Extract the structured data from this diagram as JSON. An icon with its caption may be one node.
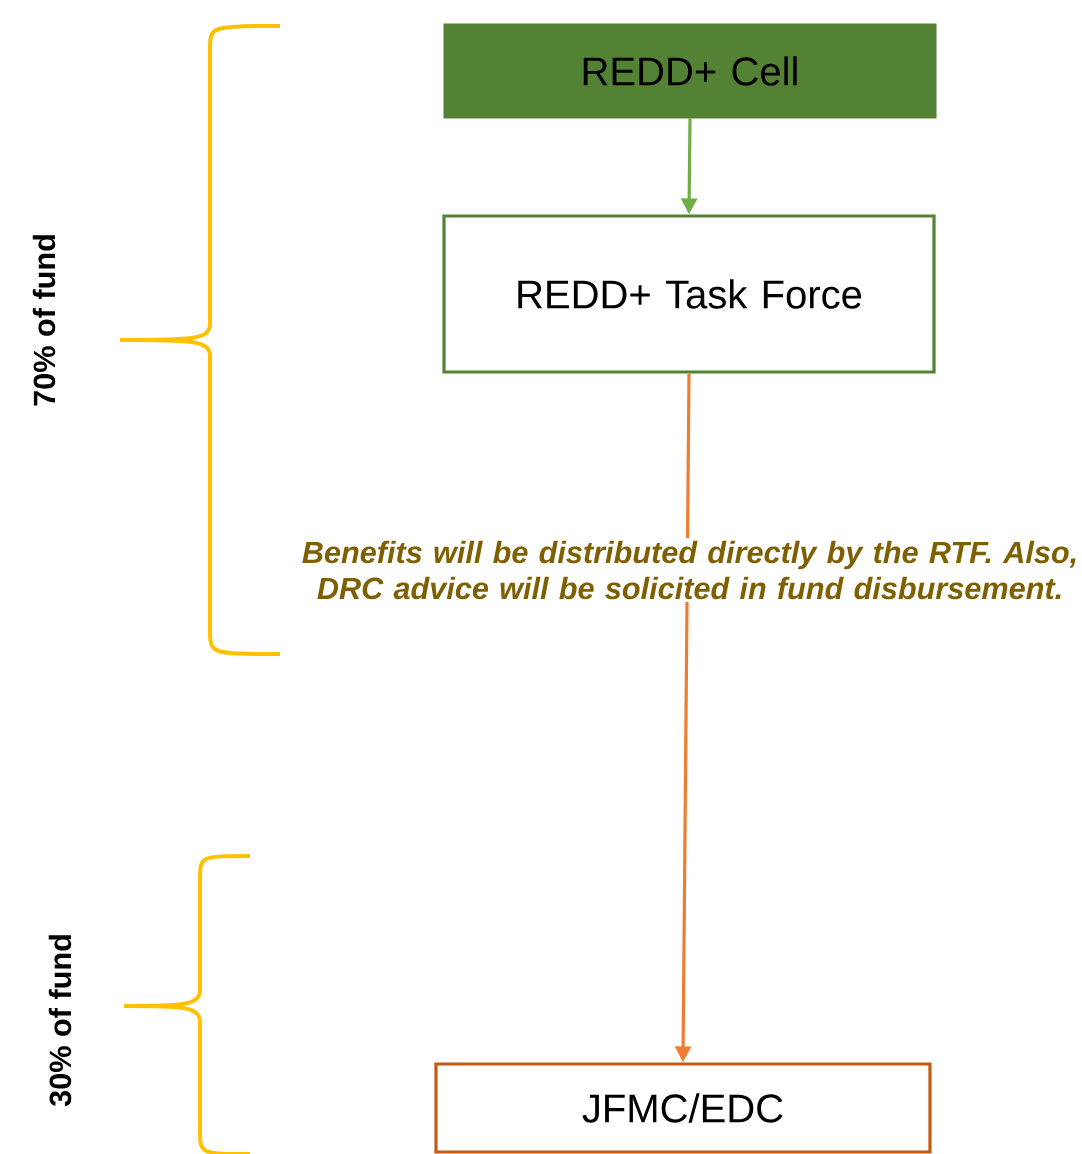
{
  "diagram": {
    "nodes": [
      {
        "text": [
          "REDD+ Cell"
        ]
      },
      {
        "text": [
          "REDD+ Task Force"
        ]
      },
      {
        "text": [
          "JFMC/EDC"
        ]
      }
    ],
    "edges": [
      {
        "from": 0,
        "to": 1,
        "arrow": "to",
        "color": "#70ad47"
      },
      {
        "from": 1,
        "to": 2,
        "arrow": "to",
        "color": "#ed7d31",
        "label": "Benefits will be distributed directly by the RTF. Also, DRC advice will be solicited in fund disbursement."
      }
    ],
    "labels": [
      "70% of fund",
      "30% of fund"
    ]
  }
}
